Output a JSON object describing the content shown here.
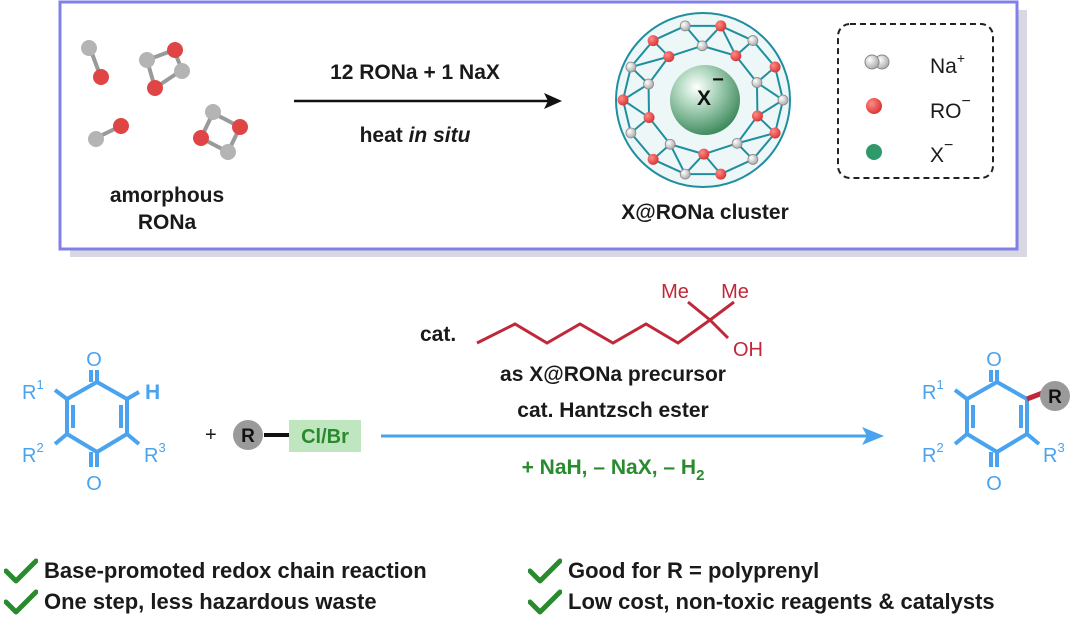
{
  "top_panel": {
    "arrow_reagents": "12 RONa + 1 NaX",
    "arrow_condition_pre": "heat ",
    "arrow_condition_italic": "in situ",
    "amorphous_line1": "amorphous",
    "amorphous_line2": "RONa",
    "cluster_caption": "X@RONa cluster",
    "cluster_center": "X",
    "cluster_center_charge": "−",
    "legend": {
      "na_label": "Na",
      "na_charge": "+",
      "ro_label": "RO",
      "ro_charge": "−",
      "x_label": "X",
      "x_charge": "−"
    }
  },
  "reaction": {
    "cat_label": "cat.",
    "me1": "Me",
    "me2": "Me",
    "oh": "OH",
    "line1": "as X@RONa precursor",
    "line2": "cat. Hantzsch ester",
    "line3_pre": "+ NaH, – NaX, – H",
    "line3_sub": "2",
    "plus": "+",
    "r_group": "R",
    "halide": "Cl/Br"
  },
  "reactant": {
    "o_top": "O",
    "o_bottom": "O",
    "h": "H",
    "r1": "R",
    "r1_sup": "1",
    "r2": "R",
    "r2_sup": "2",
    "r3": "R",
    "r3_sup": "3"
  },
  "product": {
    "o_top": "O",
    "o_bottom": "O",
    "r_node": "R",
    "r1": "R",
    "r1_sup": "1",
    "r2": "R",
    "r2_sup": "2",
    "r3": "R",
    "r3_sup": "3"
  },
  "checklist": [
    "Base-promoted redox chain reaction",
    "One step, less hazardous waste",
    "Good for R = polyprenyl",
    "Low cost, non-toxic reagents & catalysts"
  ],
  "colors": {
    "frame": "#8080e8",
    "blue": "#4aa3ee",
    "red_chain": "#c0283a",
    "green": "#2a8a2e",
    "teal": "#1f8fa0",
    "highlight": "#bfe6bf"
  }
}
